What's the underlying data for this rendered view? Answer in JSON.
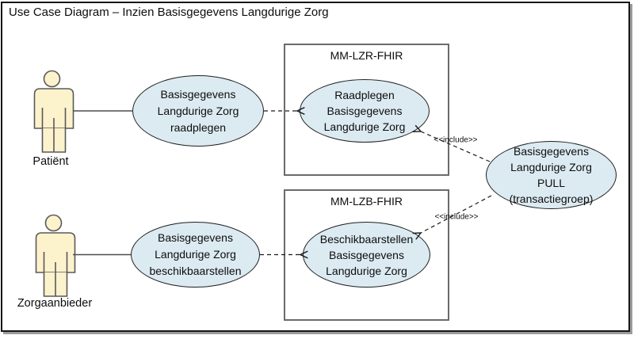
{
  "title": "Use Case Diagram – Inzien Basisgegevens Langdurige Zorg",
  "actors": [
    {
      "name": "Patiënt"
    },
    {
      "name": "Zorgaanbieder"
    }
  ],
  "systems": [
    {
      "label": "MM-LZR-FHIR"
    },
    {
      "label": "MM-LZB-FHIR"
    }
  ],
  "usecases": {
    "patient_raadplegen": {
      "lines": [
        "Basisgegevens",
        "Langdurige Zorg",
        "raadplegen"
      ]
    },
    "lzr_raadplegen": {
      "lines": [
        "Raadplegen",
        "Basisgegevens",
        "Langdurige Zorg"
      ]
    },
    "zorgaanbieder_beschikbaarstellen": {
      "lines": [
        "Basisgegevens",
        "Langdurige Zorg",
        "beschikbaarstellen"
      ]
    },
    "lzb_beschikbaarstellen": {
      "lines": [
        "Beschikbaarstellen",
        "Basisgegevens",
        "Langdurige Zorg"
      ]
    },
    "pull_transactiegroep": {
      "lines": [
        "Basisgegevens",
        "Langdurige Zorg",
        "PULL",
        "(transactiegroep)"
      ]
    }
  },
  "relations": {
    "include_label_top": "<<include>>",
    "include_label_bottom": "<<include>>"
  },
  "colors": {
    "usecase_fill": "#dcebf2",
    "usecase_border": "#1f1f1f",
    "actor_fill": "#fcf2cc",
    "actor_border": "#595959",
    "system_border": "#6b6b6b",
    "association": "#4d4d4d",
    "dependency": "#1a1a1a"
  }
}
